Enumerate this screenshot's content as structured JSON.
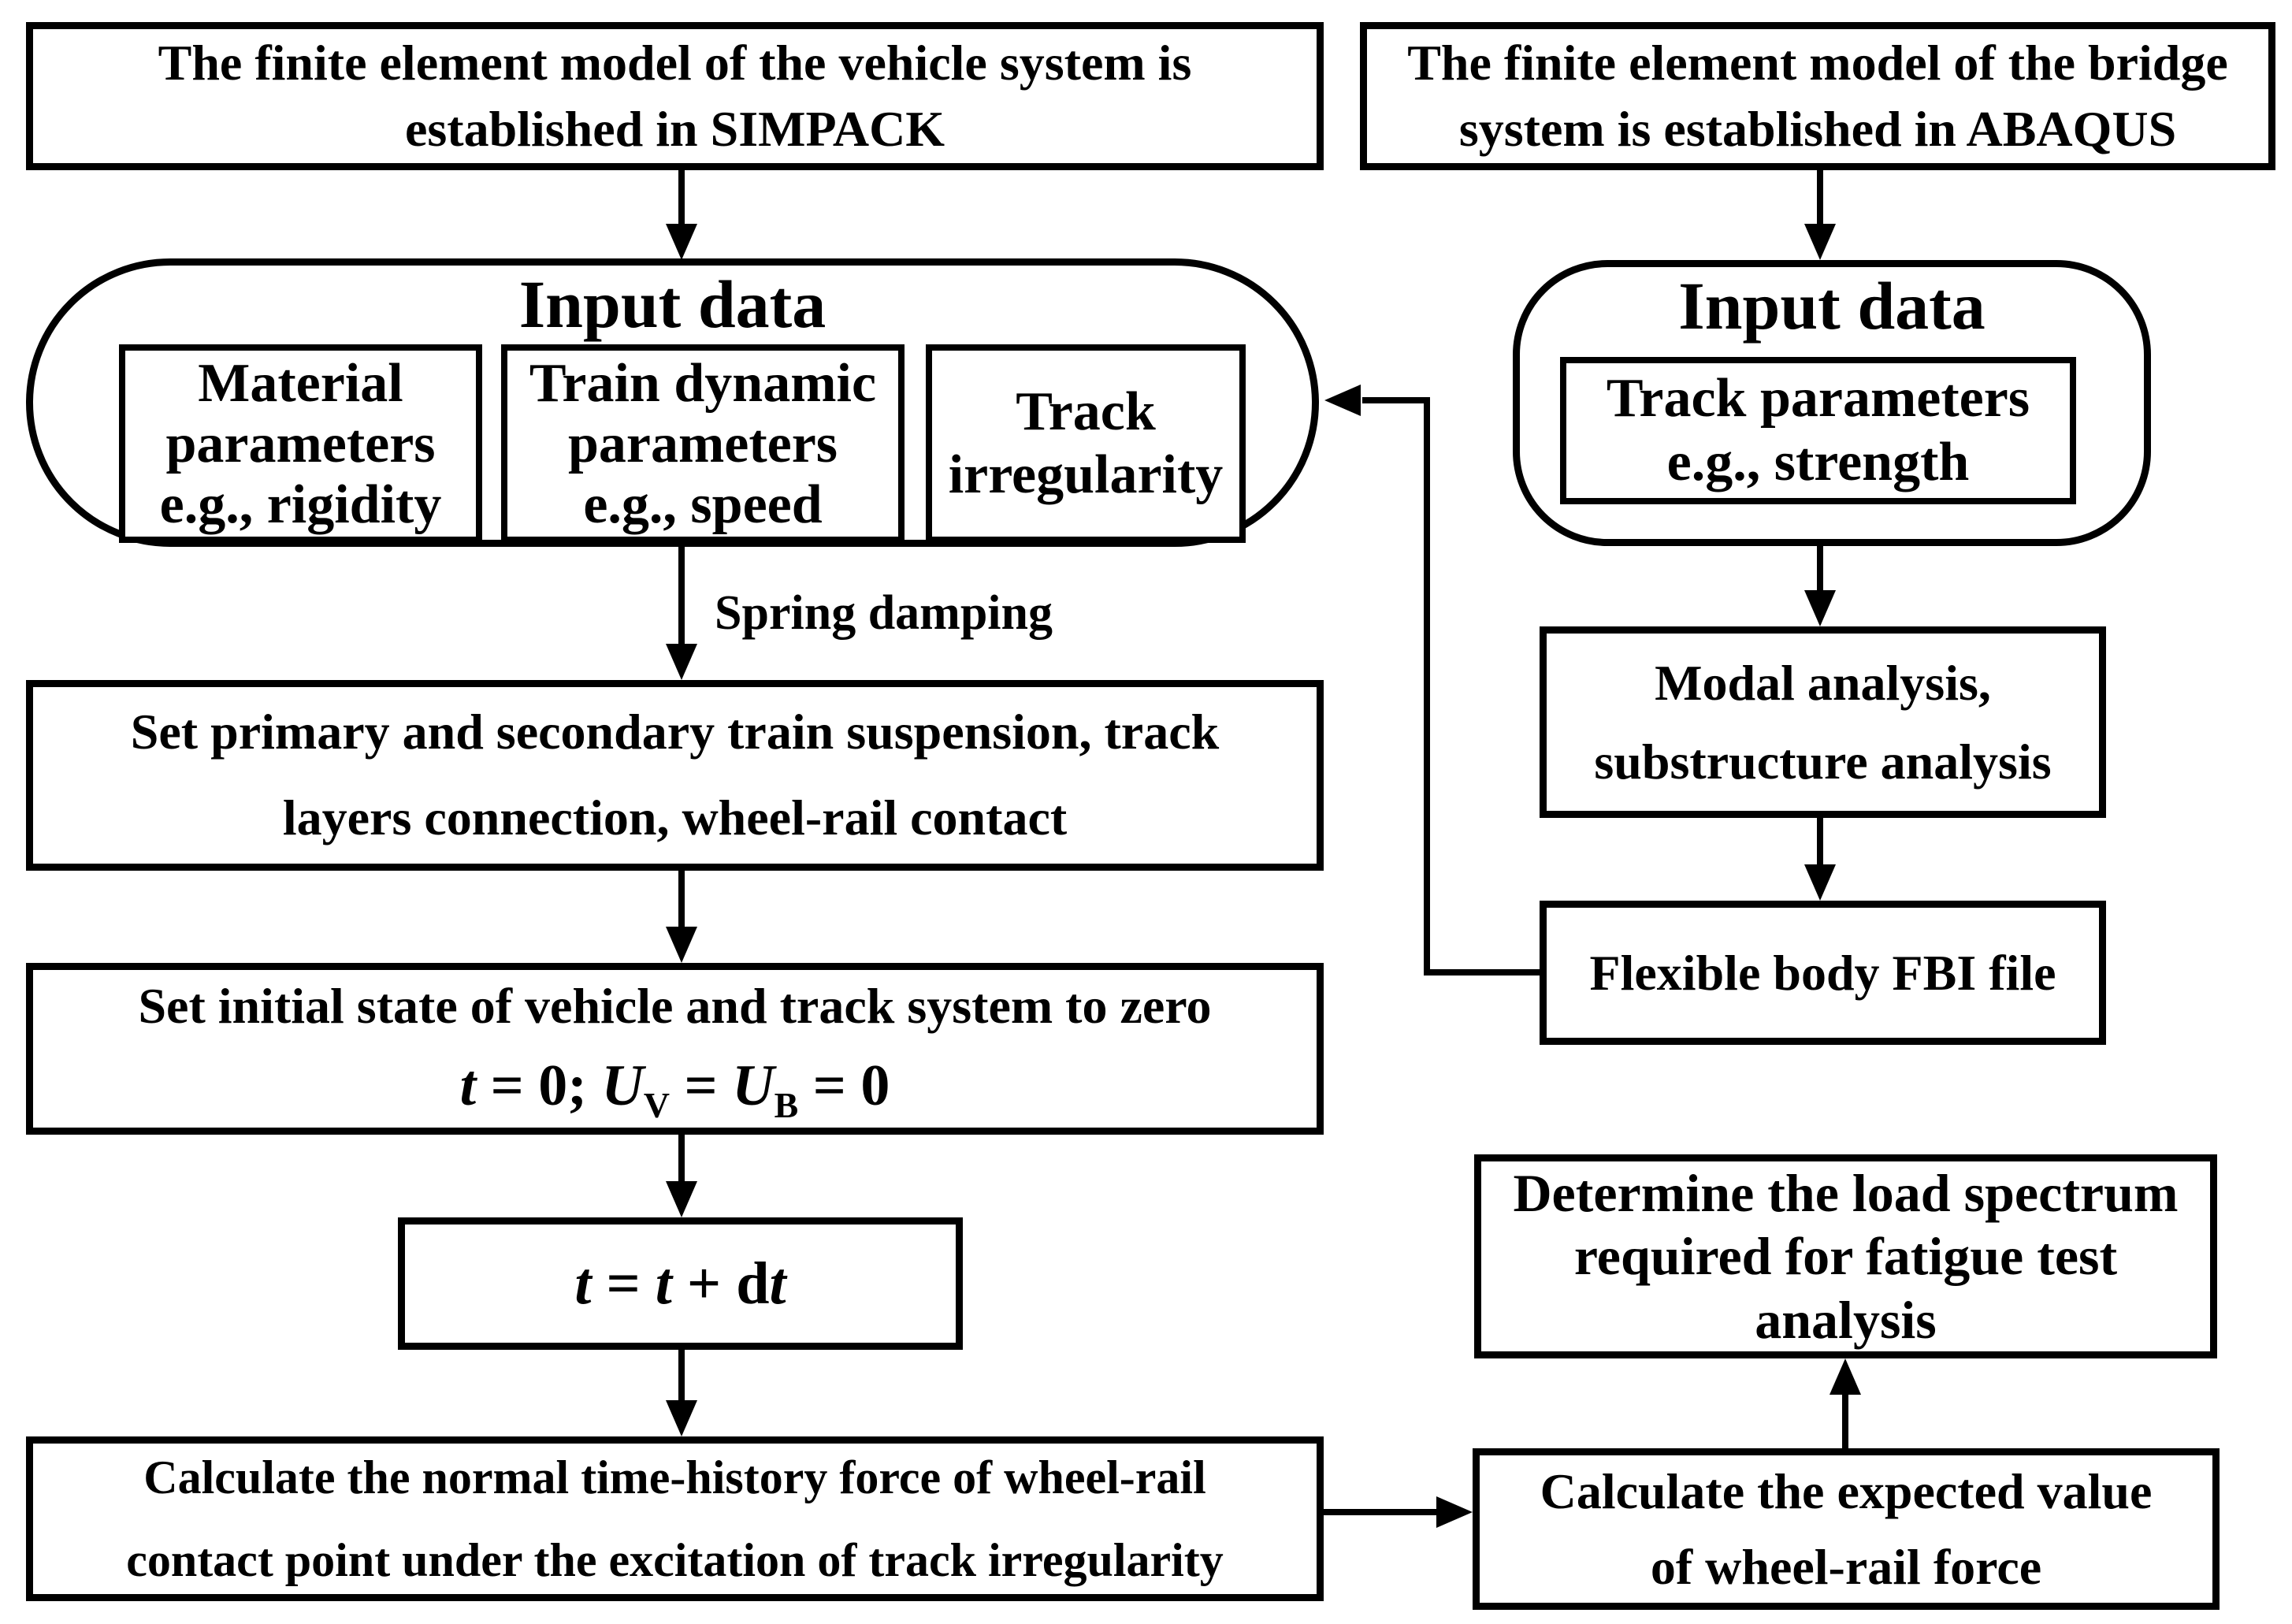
{
  "diagram": {
    "background_color": "#ffffff",
    "stroke_color": "#000000",
    "text_color": "#000000"
  },
  "boxes": {
    "vehicle_model": "The finite element model of the vehicle system is\nestablished in SIMPACK",
    "bridge_model": "The finite element model of the bridge\nsystem is established in ABAQUS",
    "suspension": "Set primary and secondary train suspension, track\nlayers connection, wheel-rail contact",
    "initial_state_line": "Set initial state of vehicle and track system to zero",
    "initial_state_formula_html": "<i>t</i> = 0; <i>U</i><sub>V</sub> = <i>U</i><sub>B</sub> = 0",
    "time_step_formula_html": "<i>t</i> = <i>t</i> + d<i>t</i>",
    "calc_normal_force": "Calculate the normal time-history force of wheel-rail\ncontact point under the excitation of track irregularity",
    "modal_analysis": "Modal analysis,\nsubstructure analysis",
    "fbi_file": "Flexible body FBI file",
    "determine_load_spectrum": "Determine the load spectrum\nrequired for fatigue test\nanalysis",
    "calc_expected_value": "Calculate the expected value\nof wheel-rail force"
  },
  "input_left": {
    "title": "Input data",
    "items": [
      "Material\nparameters\ne.g., rigidity",
      "Train dynamic\nparameters\ne.g., speed",
      "Track\nirregularity"
    ]
  },
  "input_right": {
    "title": "Input data",
    "item": "Track parameters\ne.g., strength"
  },
  "labels": {
    "spring_damping": "Spring damping"
  }
}
